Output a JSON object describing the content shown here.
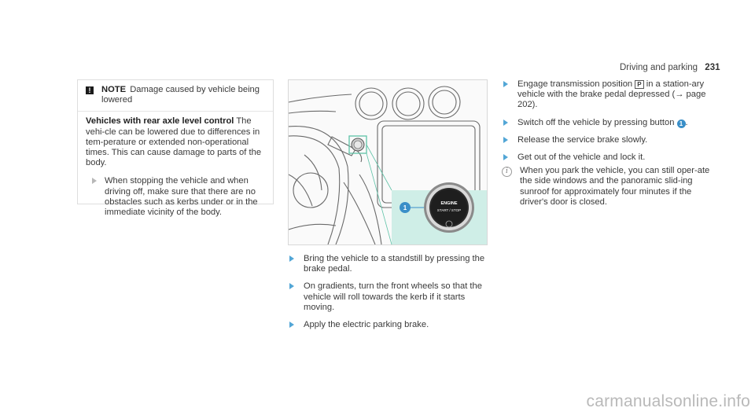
{
  "header": {
    "section": "Driving and parking",
    "page": "231"
  },
  "note": {
    "icon": "!",
    "label": "NOTE",
    "title": "Damage caused by vehicle being lowered",
    "lead": "Vehicles with rear axle level control",
    "text": "The vehi-cle can be lowered due to differences in tem-perature or extended non-operational times. This can cause damage to parts of the body.",
    "step": "When stopping the vehicle and when driving off, make sure that there are no obstacles such as kerbs under or in the immediate vicinity of the body."
  },
  "figure": {
    "callout": "1",
    "button_line1": "ENGINE",
    "button_line2": "START / STOP"
  },
  "steps_middle": [
    "Bring the vehicle to a standstill by pressing the brake pedal.",
    "On gradients, turn the front wheels so that the vehicle will roll towards the kerb if it starts moving.",
    "Apply the electric parking brake."
  ],
  "steps_right": {
    "step1_a": "Engage transmission position ",
    "step1_symbol": "P",
    "step1_b": " in a station-ary vehicle with the brake pedal depressed (→ page 202).",
    "step2_a": "Switch off the vehicle by pressing button ",
    "step2_badge": "1",
    "step2_b": ".",
    "step3": "Release the service brake slowly.",
    "step4": "Get out of the vehicle and lock it.",
    "info_icon": "i",
    "info": "When you park the vehicle, you can still oper-ate the side windows and the panoramic slid-ing sunroof for approximately four minutes if the driver's door is closed."
  },
  "watermark": "carmanualsonline.info",
  "colors": {
    "accent": "#52a6d6",
    "badge": "#3a8fc8",
    "highlight": "#cfeee7"
  }
}
